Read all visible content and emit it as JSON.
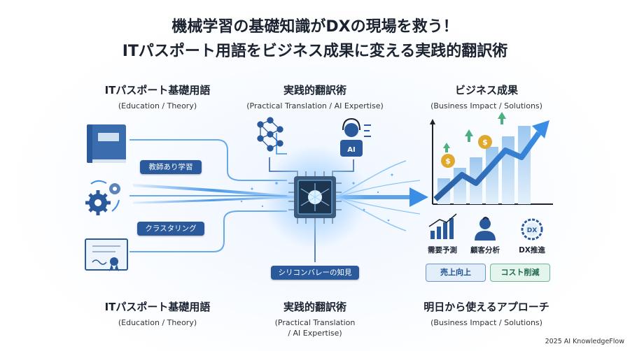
{
  "title": {
    "line1": "機械学習の基礎知識がDXの現場を救う！",
    "line2": "ITパスポート用語をビジネス成果に変える実践的翻訳術"
  },
  "columns_top": [
    {
      "heading": "ITパスポート基礎用語",
      "sub": "(Education / Theory)"
    },
    {
      "heading": "実践的翻訳術",
      "sub": "(Practical Translation / AI Expertise)"
    },
    {
      "heading": "ビジネス成果",
      "sub": "(Business Impact / Solutions)"
    }
  ],
  "columns_bottom": [
    {
      "heading": "ITパスポート基礎用語",
      "sub": "(Education / Theory)"
    },
    {
      "heading": "実践的翻訳術",
      "sub1": "(Practical Translation",
      "sub2": "/ AI Expertise)"
    },
    {
      "heading": "明日から使えるアプローチ",
      "sub": "(Business Impact / Solutions)"
    }
  ],
  "labels": {
    "supervised": "教師あり学習",
    "clustering": "クラスタリング",
    "silicon_valley": "シリコンバレーの知見",
    "ai_badge": "AI",
    "dx_badge": "DX"
  },
  "icons": {
    "book": "book-icon",
    "gears": "gears-icon",
    "certificate": "certificate-icon",
    "neural_network": "neural-network-icon",
    "ai_expert": "ai-expert-icon",
    "chip": "ai-chip-icon",
    "growth_chart": "growth-chart-icon",
    "coin": "dollar-coin-icon"
  },
  "outcomes": [
    {
      "label": "需要予測",
      "icon": "demand-forecast-icon"
    },
    {
      "label": "顧客分析",
      "icon": "customer-analysis-icon"
    },
    {
      "label": "DX推進",
      "icon": "dx-icon"
    }
  ],
  "results": [
    {
      "label": "売上向上",
      "bg": "#e3eefb",
      "border": "#6b95c9",
      "color": "#1d4f8f"
    },
    {
      "label": "コスト削減",
      "bg": "#e4f5ee",
      "border": "#6fb598",
      "color": "#1f6a4c"
    }
  ],
  "colors": {
    "primary": "#2a5a9c",
    "accent": "#3a8ee6",
    "dark": "#1b2230",
    "green": "#4caf7f",
    "gold": "#e0a92e"
  },
  "footer": "2025 AI KnowledgeFlow"
}
